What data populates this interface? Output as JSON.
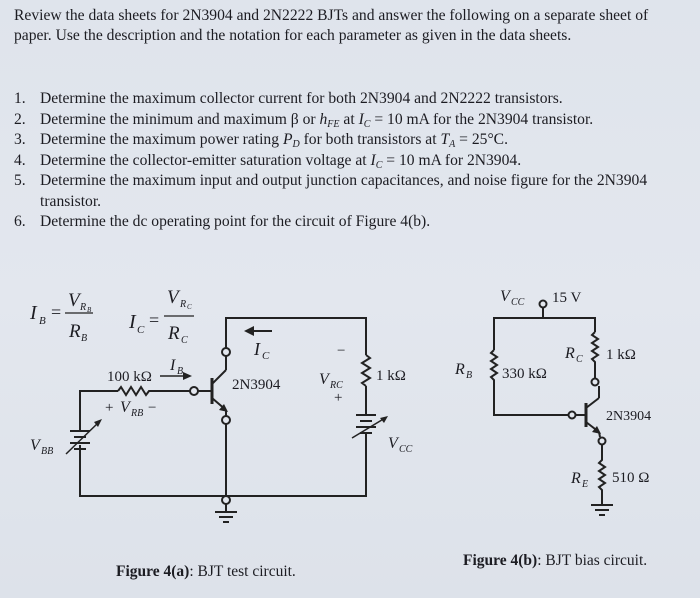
{
  "intro": "Review the data sheets for 2N3904 and 2N2222 BJTs and answer the following on a separate sheet of paper.  Use the description and the notation for each parameter as given in the data sheets.",
  "questions": [
    {
      "num": "1.",
      "text": "Determine the maximum collector current for both 2N3904 and 2N2222 transistors."
    },
    {
      "num": "2.",
      "pre": "Determine the minimum and maximum β or ",
      "sym1": "h",
      "sub1": "FE",
      "mid": " at ",
      "sym2": "I",
      "sub2": "C",
      "post": " = 10 mA for the 2N3904 transistor."
    },
    {
      "num": "3.",
      "pre": "Determine the maximum power rating ",
      "sym1": "P",
      "sub1": "D",
      "mid": " for both transistors at ",
      "sym2": "T",
      "sub2": "A",
      "post": " = 25°C."
    },
    {
      "num": "4.",
      "pre": "Determine the collector-emitter saturation voltage at ",
      "sym1": "I",
      "sub1": "C",
      "post": " = 10 mA for 2N3904."
    },
    {
      "num": "5.",
      "text": "Determine the maximum input and output junction capacitances, and noise figure for the 2N3904 transistor."
    },
    {
      "num": "6.",
      "text": "Determine the dc operating point for the circuit of Figure 4(b)."
    }
  ],
  "formulas": {
    "ib_lhs": "I",
    "ib_lhs_sub": "B",
    "ib_num": "V",
    "ib_num_sub": "R",
    "ib_num_subsub": "B",
    "ib_den": "R",
    "ib_den_sub": "B",
    "ic_lhs": "I",
    "ic_lhs_sub": "C",
    "ic_num": "V",
    "ic_num_sub": "R",
    "ic_num_subsub": "C",
    "ic_den": "R",
    "ic_den_sub": "C",
    "eq": "="
  },
  "figure_a": {
    "rb_value": "100 kΩ",
    "ib_label": "I",
    "ib_sub": "B",
    "ic_label": "I",
    "ic_sub": "C",
    "transistor": "2N3904",
    "vrb_plus": "+",
    "vrb_label": "V",
    "vrb_sub": "RB",
    "vrb_minus": "−",
    "vrc_minus": "−",
    "vrc_label": "V",
    "vrc_sub": "RC",
    "vrc_plus": "+",
    "rc_value": "1 kΩ",
    "vbb_label": "V",
    "vbb_sub": "BB",
    "vcc_label": "V",
    "vcc_sub": "CC",
    "caption_bold": "Figure 4(a)",
    "caption_text": ": BJT test circuit."
  },
  "figure_b": {
    "vcc_label": "V",
    "vcc_sub": "CC",
    "vcc_value": "15 V",
    "rb_label": "R",
    "rb_sub": "B",
    "rb_value": "330 kΩ",
    "rc_label": "R",
    "rc_sub": "C",
    "rc_value": "1 kΩ",
    "transistor": "2N3904",
    "re_label": "R",
    "re_sub": "E",
    "re_value": "510 Ω",
    "caption_bold": "Figure 4(b)",
    "caption_text": ": BJT bias circuit."
  }
}
